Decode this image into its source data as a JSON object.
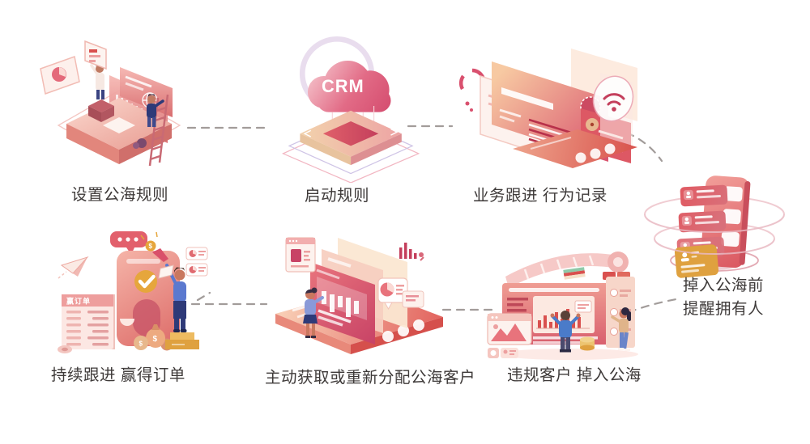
{
  "diagram": {
    "background": "#ffffff",
    "cloud_text": "CRM",
    "receipt_title": "赢订单",
    "currency": "$",
    "connector": {
      "style": "dashed",
      "color": "#a29c9a"
    },
    "palette": {
      "pink_light": "#fbe3df",
      "salmon": "#ef9d93",
      "coral": "#e8636d",
      "magenta": "#c84366",
      "gold": "#e2a33c",
      "navy": "#2e3a78",
      "denim": "#4a7bc9",
      "label_text": "#3e3a39"
    },
    "steps": [
      {
        "id": "setup-public-sea-rules",
        "label": "设置公海规则"
      },
      {
        "id": "activate-rules",
        "label": "启动规则"
      },
      {
        "id": "business-follow-up",
        "label": "业务跟进 行为记录"
      },
      {
        "id": "remind-owner-before-drop",
        "label_lines": [
          "掉入公海前",
          "提醒拥有人"
        ]
      },
      {
        "id": "continuous-follow-up-win-orders",
        "label": "持续跟进 赢得订单"
      },
      {
        "id": "acquire-or-reassign-public-sea-customers",
        "label": "主动获取或重新分配公海客户"
      },
      {
        "id": "violating-customers-drop-to-public-sea",
        "label": "违规客户 掉入公海"
      }
    ]
  }
}
